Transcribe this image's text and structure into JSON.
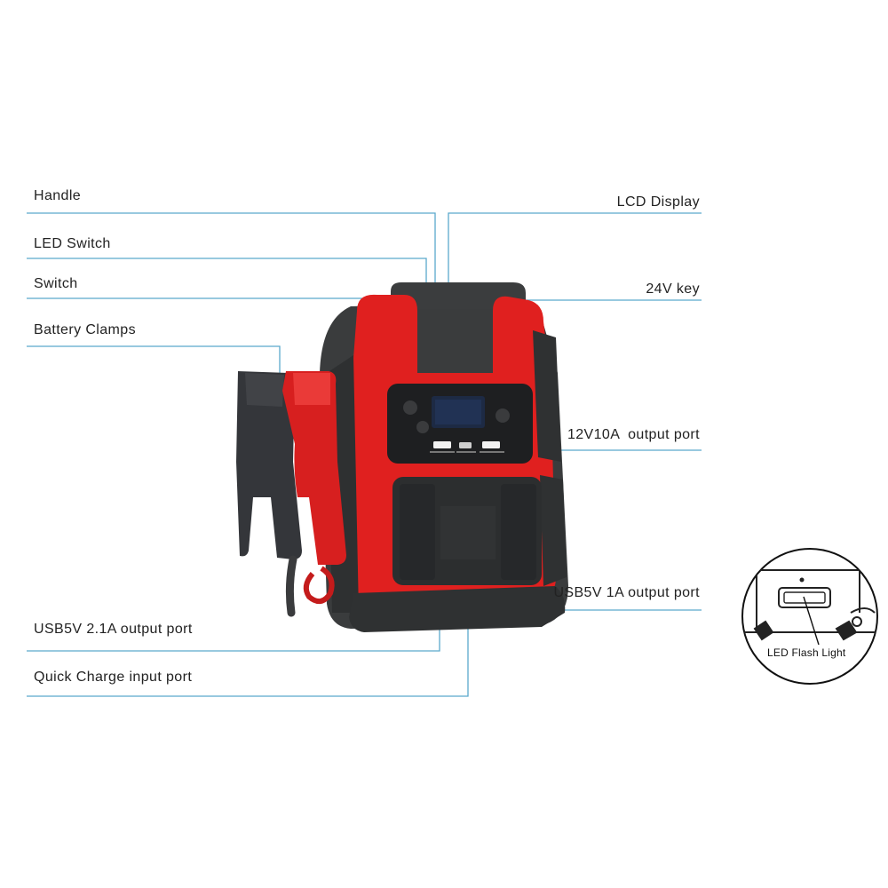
{
  "callouts": {
    "handle": "Handle",
    "led_switch": "LED Switch",
    "switch": "Switch",
    "battery_clamps": "Battery Clamps",
    "usb_2_1a": "USB5V 2.1A output port",
    "quick_charge": "Quick Charge input port",
    "lcd_display": "LCD Display",
    "key_24v": "24V key",
    "port_12v": "12V10A  output port",
    "usb_1a": "USB5V 1A output port"
  },
  "inset": {
    "flash_label": "LED Flash Light"
  },
  "colors": {
    "leader_line": "#5aa9cc",
    "body_red": "#e0201f",
    "body_dark": "#3a3c3d",
    "panel_black": "#1e1f21",
    "lcd_blue": "#1d2a44"
  }
}
